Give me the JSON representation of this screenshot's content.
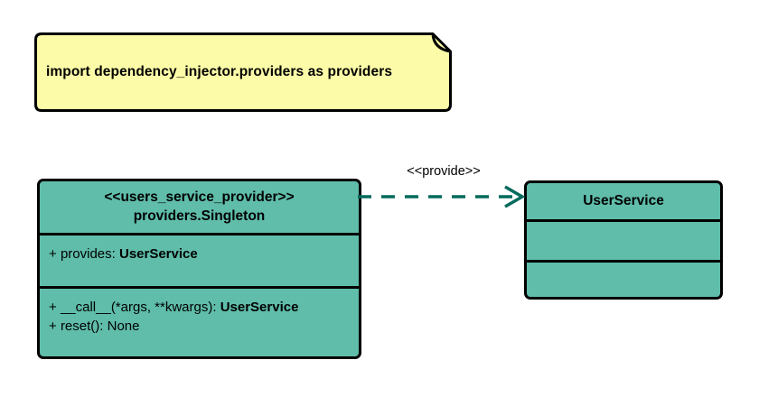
{
  "diagram": {
    "type": "uml-class-diagram",
    "background": "#ffffff",
    "colors": {
      "note_fill": "#fcfba8",
      "class_fill": "#5fbdaa",
      "border": "#000000",
      "connector": "#046b5c",
      "text": "#000000"
    }
  },
  "note": {
    "text": "import dependency_injector.providers as providers"
  },
  "classes": [
    {
      "id": "users_service_provider",
      "stereotype": "<<users_service_provider>>",
      "name": "providers.Singleton",
      "attributes": [
        {
          "visibility": "+",
          "label": "provides:",
          "type": "UserService"
        }
      ],
      "operations": [
        {
          "visibility": "+",
          "label": "__call__(*args, **kwargs):",
          "type": "UserService"
        },
        {
          "visibility": "+",
          "label": "reset():",
          "type": "None"
        }
      ]
    },
    {
      "id": "user_service",
      "name": "UserService",
      "attributes": [],
      "operations": []
    }
  ],
  "connector": {
    "label": "<<provide>>",
    "style": "dashed",
    "arrow": "open",
    "from": "users_service_provider",
    "to": "user_service"
  }
}
